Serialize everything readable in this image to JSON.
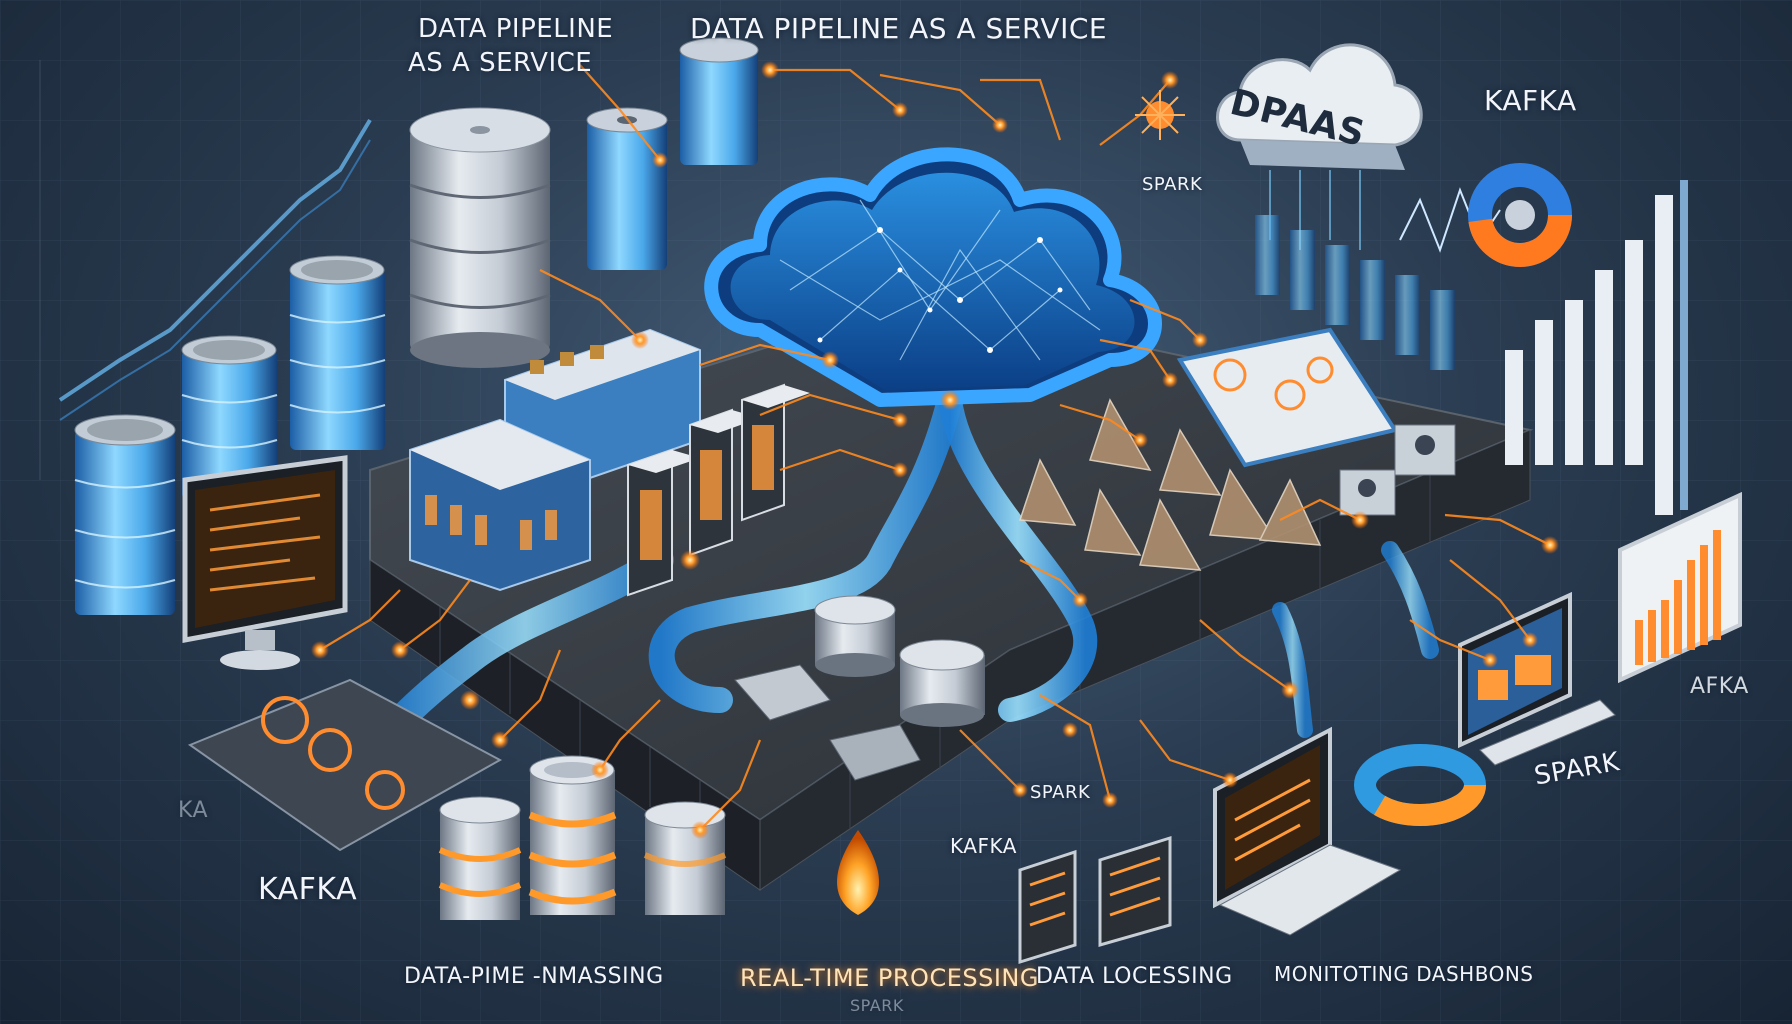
{
  "labels": {
    "title_left_line1": "DATA PIPELINE",
    "title_left_line2": "AS A SERVICE",
    "title_center": "DATA PIPELINE AS A SERVICE",
    "cloud_badge": "DPAAS",
    "kafka_top_right": "KAFKA",
    "spark_top": "SPARK",
    "kafka_right": "AFKA",
    "spark_right": "SPARK",
    "kafka_left": "KAFKA",
    "kafka_left_faint": "KA",
    "spark_center": "SPARK",
    "kafka_center": "KAFKA",
    "spark_bottom_faint": "SPARK",
    "bottom_1": "DATA-PIME -NMASSING",
    "bottom_2": "REAL-TIME PROCESSING",
    "bottom_3": "DATA LOCESSING",
    "bottom_4": "MONITOTING DASHBONS"
  },
  "colors": {
    "glow_orange": "#ff8a1e",
    "stream_blue": "#3fb6ff",
    "platform_dark": "#2c3138",
    "steel": "#b9c2cc"
  }
}
